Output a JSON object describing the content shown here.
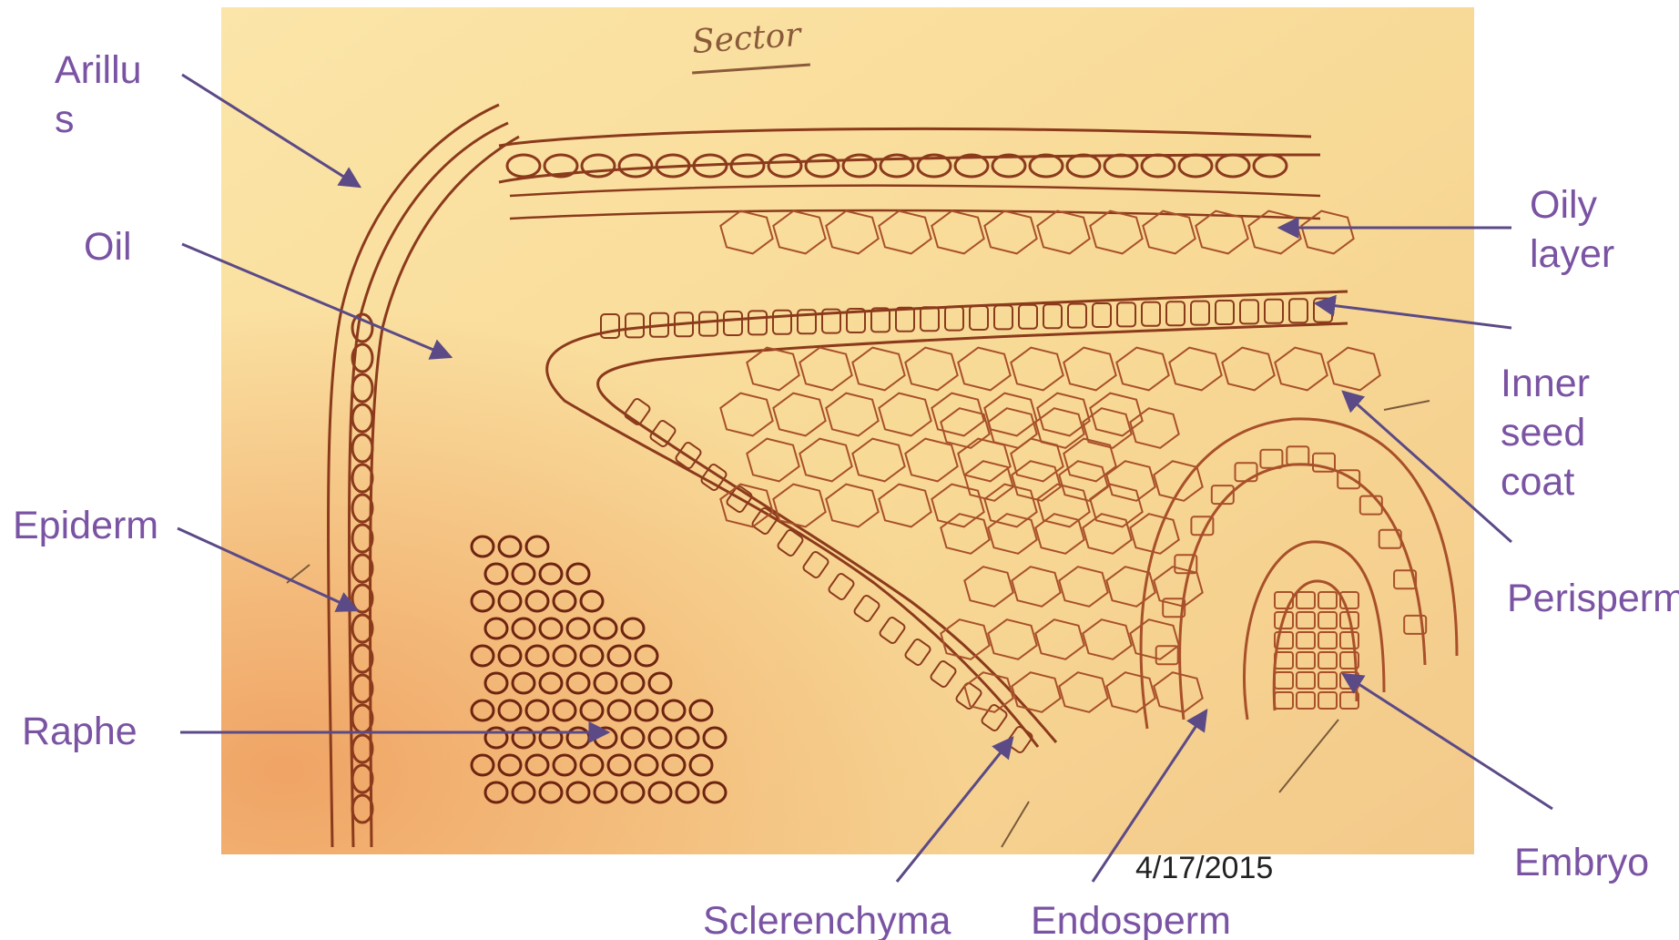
{
  "figure": {
    "sketch_title": "Sector",
    "date": "4/17/2015"
  },
  "labels": {
    "arillus_line1": "Arillu",
    "arillus_line2": "s",
    "oil": "Oil",
    "epiderm": "Epiderm",
    "raphe": "Raphe",
    "oily_layer_line1": "Oily",
    "oily_layer_line2": "layer",
    "inner_seed_coat_line1": "Inner",
    "inner_seed_coat_line2": "seed",
    "inner_seed_coat_line3": "coat",
    "perisperm": "Perisperm",
    "embryo": "Embryo",
    "sclerenchyma": "Sclerenchyma",
    "endosperm": "Endosperm"
  },
  "colors": {
    "paper": "#f8dc9a",
    "paper_edge": "#eea766",
    "ink": "#8b3a1c",
    "label": "#7a53a3",
    "arrow": "#5b4a86"
  }
}
